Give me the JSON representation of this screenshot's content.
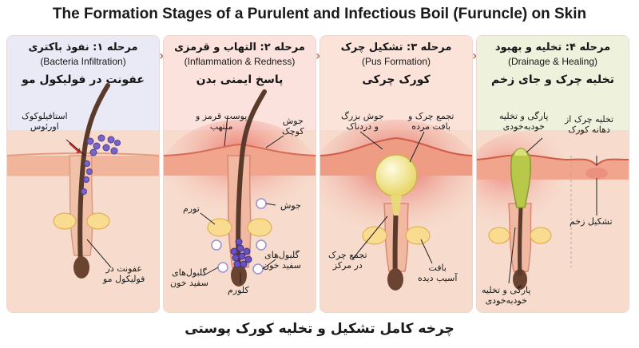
{
  "title": "The Formation Stages of a Purulent and Infectious Boil (Furuncle) on Skin",
  "footer": "چرخه کامل تشکیل و تخلیه کورک پوستی",
  "stages": [
    {
      "stage": "مرحله ۱: نفوذ باکتری",
      "english": "(Bacteria Infiltration)",
      "subtitle": "عفونت در فولیکول مو",
      "labels": [
        "استافیلوکوک\nاورئوس",
        "عفونت در\nفولیکول مو"
      ]
    },
    {
      "stage": "مرحله ۲: التهاب و قرمزی",
      "english": "(Inflammation & Redness)",
      "subtitle": "پاسخ ایمنی بدن",
      "labels": [
        "پوست قرمز و\nملتهب",
        "جوش\nکوچک",
        "تورم",
        "جوش",
        "گلبول‌های\nسفید خون",
        "گلبول‌های\nسفید خون",
        "کلورم"
      ]
    },
    {
      "stage": "مرحله ۳: تشکیل چرک",
      "english": "(Pus Formation)",
      "subtitle": "کورک چرکی",
      "labels": [
        "جوش بزرگ\nو دردناک",
        "تجمع چرک و\nبافت مرده",
        "تجمع چرک\nدر مرکز",
        "بافت\nآسیب دیده"
      ]
    },
    {
      "stage": "مرحله ۴: تخلیه و بهبود",
      "english": "(Drainage & Healing)",
      "subtitle": "تخلیه چرک و جای زخم",
      "labels": [
        "پارگی و تخلیه\nخودبه‌خودی",
        "تخلیه چرک از\nدهانه کورک",
        "تشکیل زخم",
        "پارگی و تخلیه\nخودبه‌خودی"
      ]
    }
  ],
  "chevron": "›",
  "colors": {
    "skin_surface": "#f4c7b0",
    "epidermis": "#f0b59a",
    "dermis": "#f7dccd",
    "inflammation": "#e9574e",
    "hair": "#5a3a2a",
    "bacteria": "#7a64c9",
    "pus": "#f5ec9a",
    "drainage": "#b8c84a",
    "header_bg_1": "#e9eaf6",
    "header_bg_2": "#fbe2dc",
    "header_bg_3": "#fbe3d9",
    "header_bg_4": "#eef2dc"
  }
}
